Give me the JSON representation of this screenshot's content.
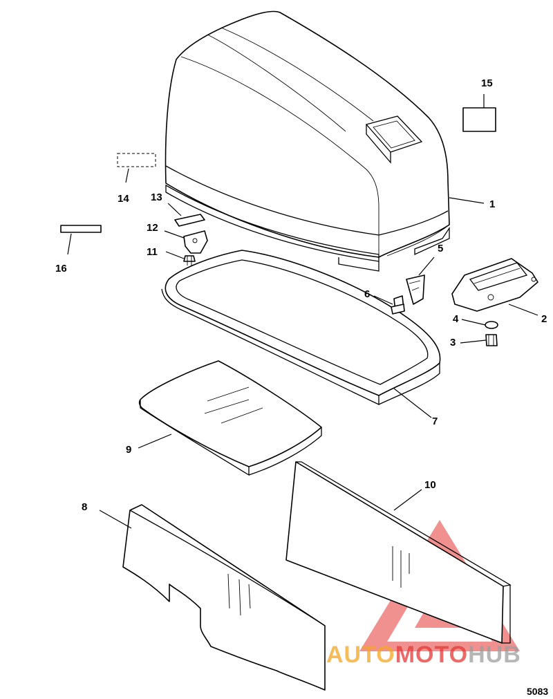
{
  "callouts": {
    "c1": "1",
    "c2": "2",
    "c3": "3",
    "c4": "4",
    "c5": "5",
    "c6": "6",
    "c7": "7",
    "c8": "8",
    "c9": "9",
    "c10": "10",
    "c11": "11",
    "c12": "12",
    "c13": "13",
    "c14": "14",
    "c15": "15",
    "c16": "16"
  },
  "figure_number": "5083",
  "watermark": {
    "part1": "AUTO",
    "part2": "MOTO",
    "part3": "HUB",
    "colors": {
      "accent": "#f5a623",
      "red": "#e53935",
      "gray": "#9e9e9e"
    }
  }
}
